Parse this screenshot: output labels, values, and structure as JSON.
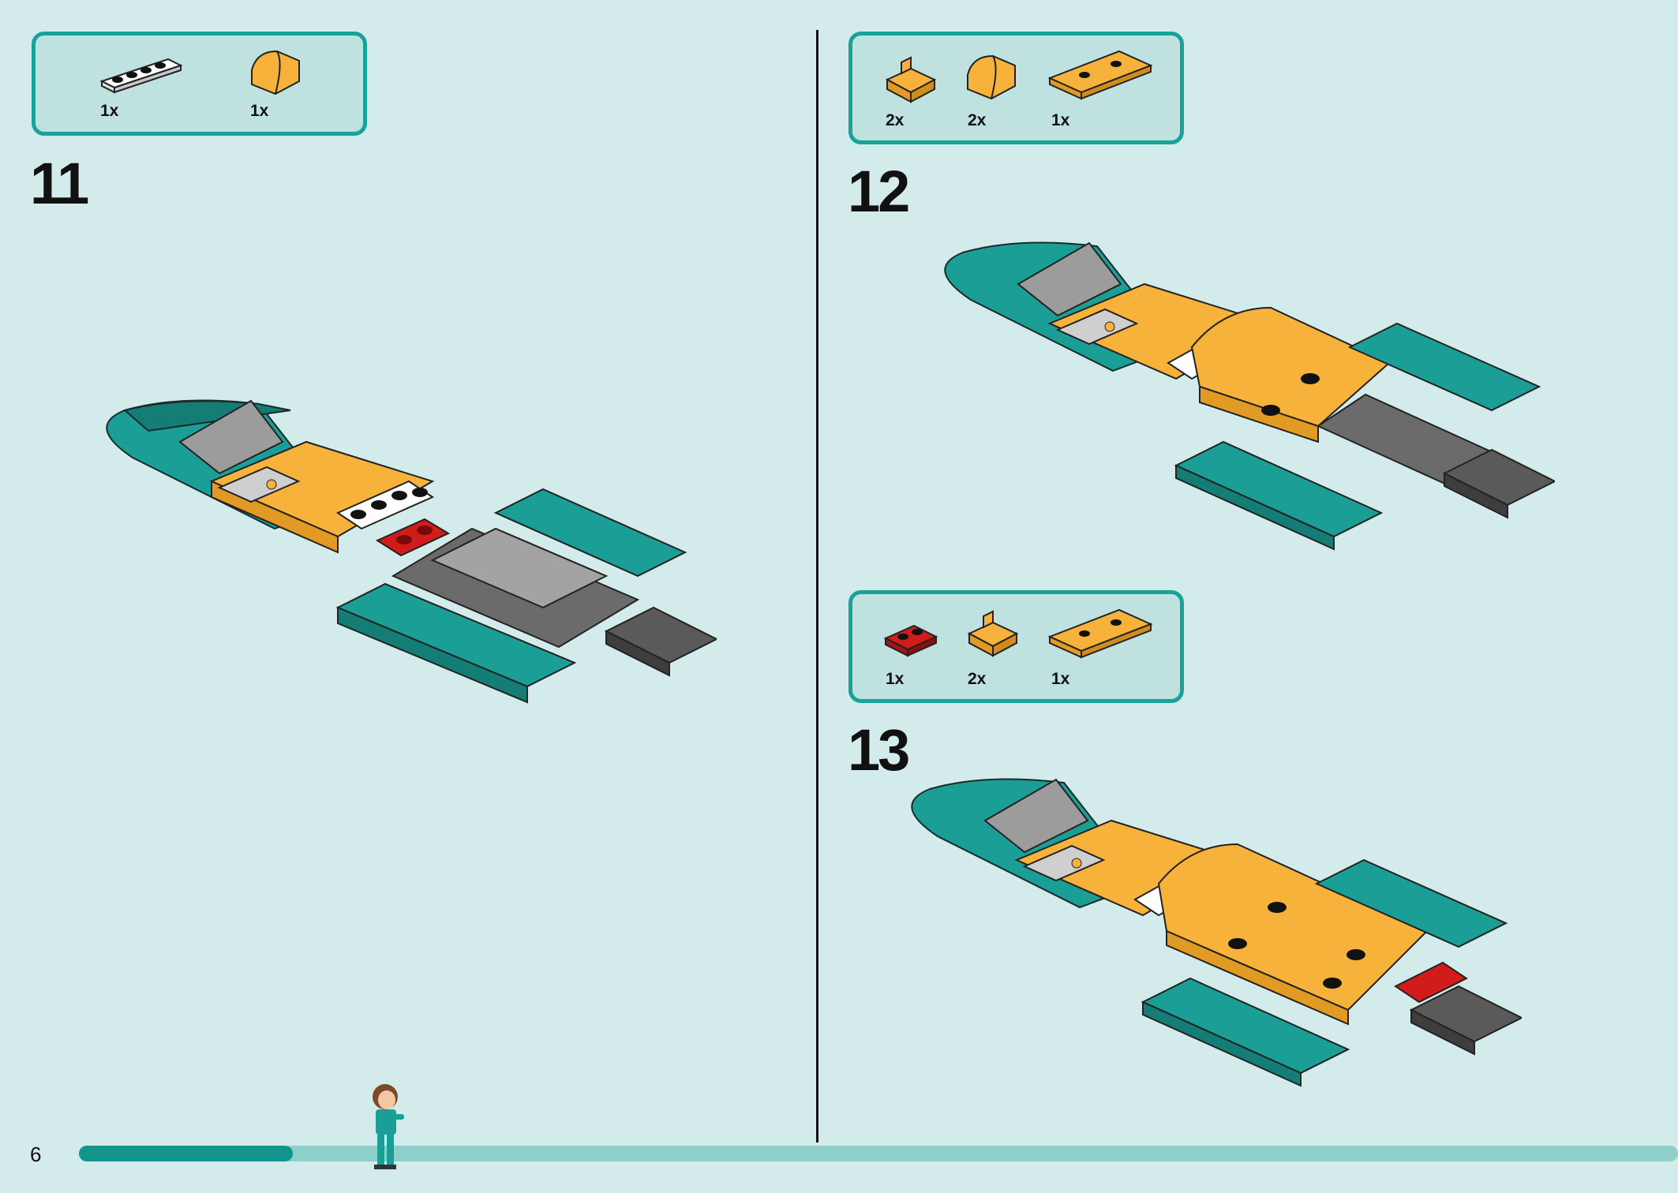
{
  "page": {
    "number": "6"
  },
  "progress": {
    "fraction": 0.134
  },
  "colors": {
    "teal": "#1a9e95",
    "orange": "#f7b23b",
    "red": "#d11c1c",
    "dark_gray": "#5a5a5a",
    "light_gray": "#a3a3a3",
    "white": "#ffffff"
  },
  "steps": [
    {
      "number": "11",
      "parts": [
        {
          "name": "white-plate-1x4",
          "qty": "1x"
        },
        {
          "name": "orange-curved-slope",
          "qty": "1x"
        }
      ]
    },
    {
      "number": "12",
      "parts": [
        {
          "name": "orange-seat",
          "qty": "2x"
        },
        {
          "name": "orange-curved-slope",
          "qty": "2x"
        },
        {
          "name": "orange-tile-2x4",
          "qty": "1x"
        }
      ]
    },
    {
      "number": "13",
      "parts": [
        {
          "name": "red-plate-1x2",
          "qty": "1x"
        },
        {
          "name": "orange-seat",
          "qty": "2x"
        },
        {
          "name": "orange-tile-2x4",
          "qty": "1x"
        }
      ]
    }
  ]
}
